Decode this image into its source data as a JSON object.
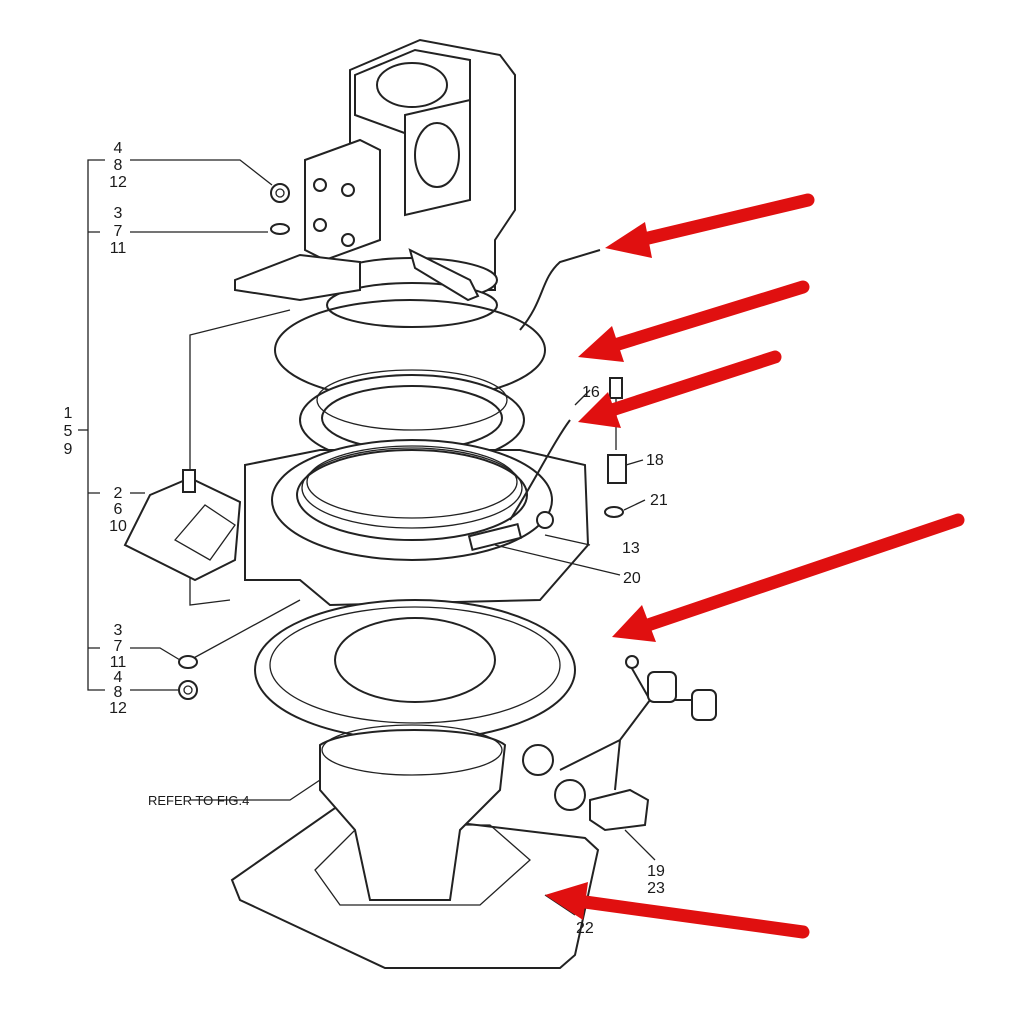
{
  "diagram": {
    "title": "Exploded parts diagram",
    "labels": {
      "nut_top": [
        "4",
        "8",
        "12"
      ],
      "washer_top": [
        "3",
        "7",
        "11"
      ],
      "assembly": [
        "1",
        "5",
        "9"
      ],
      "mount": [
        "2",
        "6",
        "10"
      ],
      "washer_bottom": [
        "3",
        "7",
        "11"
      ],
      "nut_bottom": [
        "4",
        "8",
        "12"
      ],
      "p16": "16",
      "p18": "18",
      "p21": "21",
      "p13": "13",
      "p20": "20",
      "refer": "REFER TO FIG.4",
      "harness": [
        "19",
        "23"
      ],
      "p22": "22"
    },
    "arrow_color": "#e01010"
  }
}
